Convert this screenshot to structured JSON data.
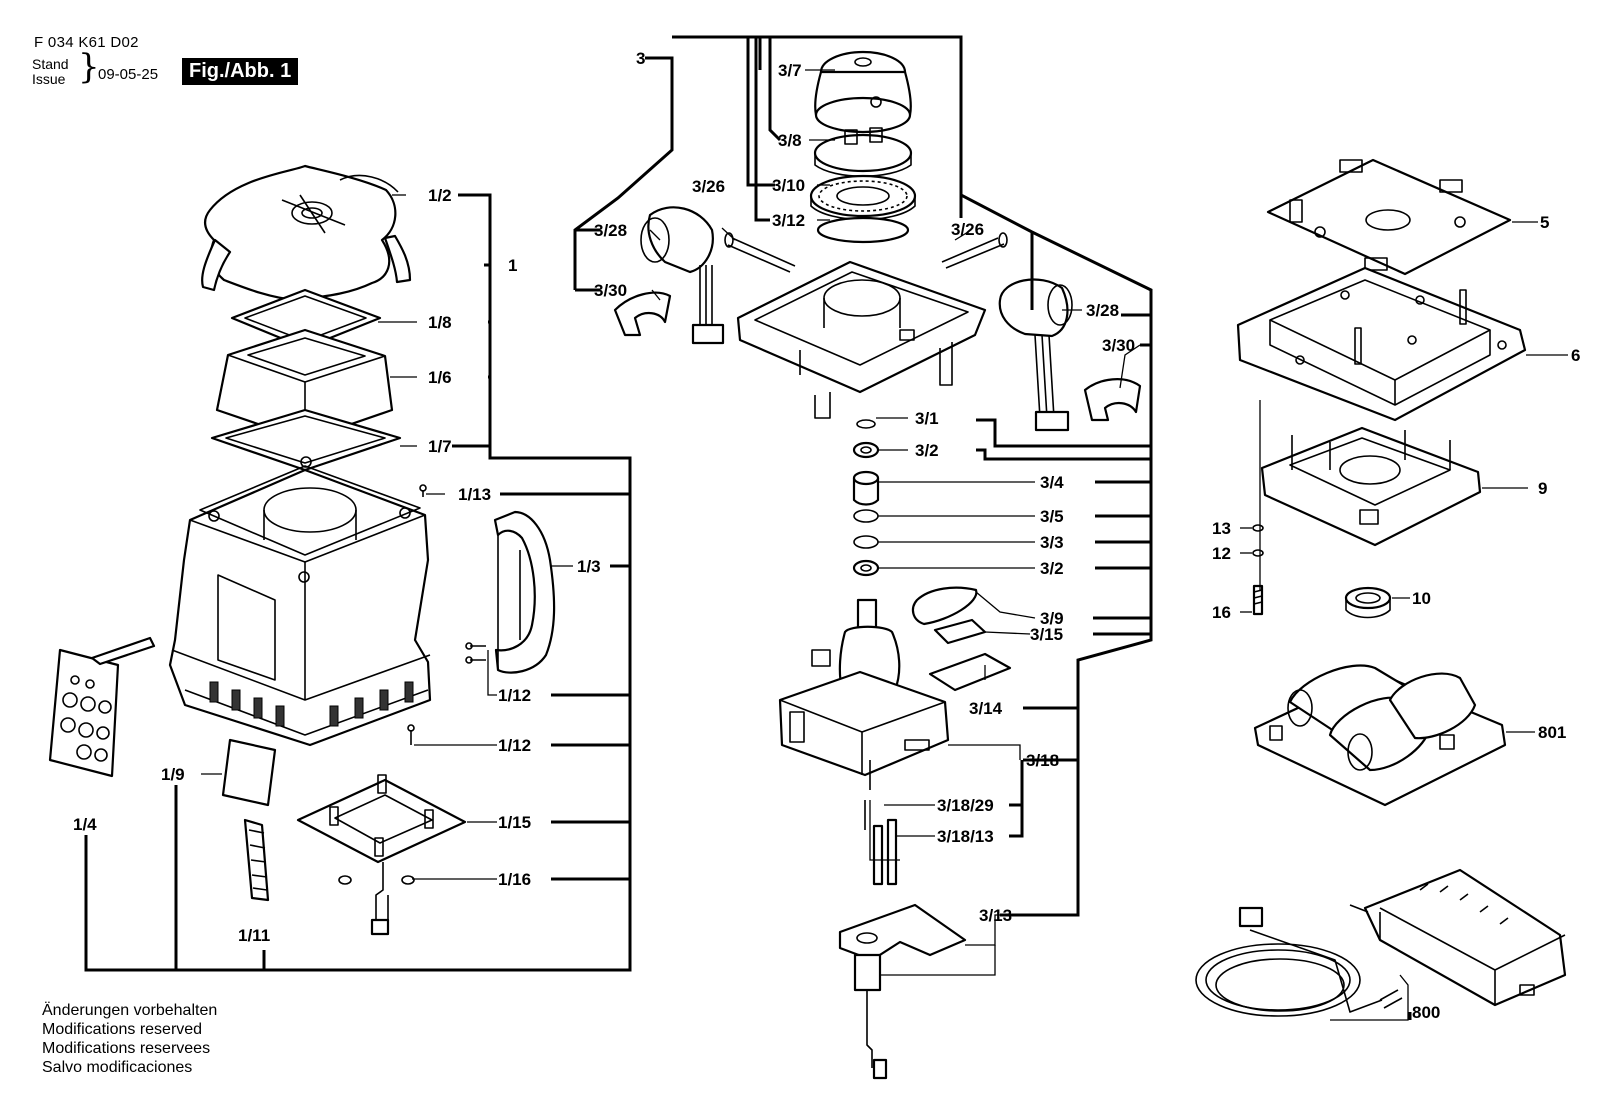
{
  "header": {
    "doc_number": "F 034 K61 D02",
    "stand_label": "Stand",
    "issue_label": "Issue",
    "date": "09-05-25",
    "figure": "Fig./Abb. 1"
  },
  "footer_notes": [
    "Änderungen vorbehalten",
    "Modifications reserved",
    "Modifications reservees",
    "Salvo modificaciones"
  ],
  "parts": [
    {
      "id": "1/2",
      "label": "1/2"
    },
    {
      "id": "1",
      "label": "1"
    },
    {
      "id": "1/8",
      "label": "1/8"
    },
    {
      "id": "1/6",
      "label": "1/6"
    },
    {
      "id": "1/7",
      "label": "1/7"
    },
    {
      "id": "1/13",
      "label": "1/13"
    },
    {
      "id": "1/3",
      "label": "1/3"
    },
    {
      "id": "1/12a",
      "label": "1/12"
    },
    {
      "id": "1/12b",
      "label": "1/12"
    },
    {
      "id": "1/9",
      "label": "1/9"
    },
    {
      "id": "1/4",
      "label": "1/4"
    },
    {
      "id": "1/15",
      "label": "1/15"
    },
    {
      "id": "1/16",
      "label": "1/16"
    },
    {
      "id": "1/11",
      "label": "1/11"
    },
    {
      "id": "3",
      "label": "3"
    },
    {
      "id": "3/7",
      "label": "3/7"
    },
    {
      "id": "3/8",
      "label": "3/8"
    },
    {
      "id": "3/10",
      "label": "3/10"
    },
    {
      "id": "3/12",
      "label": "3/12"
    },
    {
      "id": "3/26a",
      "label": "3/26"
    },
    {
      "id": "3/26b",
      "label": "3/26"
    },
    {
      "id": "3/28a",
      "label": "3/28"
    },
    {
      "id": "3/28b",
      "label": "3/28"
    },
    {
      "id": "3/30a",
      "label": "3/30"
    },
    {
      "id": "3/30b",
      "label": "3/30"
    },
    {
      "id": "3/1",
      "label": "3/1"
    },
    {
      "id": "3/2a",
      "label": "3/2"
    },
    {
      "id": "3/4",
      "label": "3/4"
    },
    {
      "id": "3/5",
      "label": "3/5"
    },
    {
      "id": "3/3",
      "label": "3/3"
    },
    {
      "id": "3/2b",
      "label": "3/2"
    },
    {
      "id": "3/9",
      "label": "3/9"
    },
    {
      "id": "3/15",
      "label": "3/15"
    },
    {
      "id": "3/14",
      "label": "3/14"
    },
    {
      "id": "3/18",
      "label": "3/18"
    },
    {
      "id": "3/18/29",
      "label": "3/18/29"
    },
    {
      "id": "3/18/13",
      "label": "3/18/13"
    },
    {
      "id": "3/13",
      "label": "3/13"
    },
    {
      "id": "5",
      "label": "5"
    },
    {
      "id": "6",
      "label": "6"
    },
    {
      "id": "9",
      "label": "9"
    },
    {
      "id": "13",
      "label": "13"
    },
    {
      "id": "12",
      "label": "12"
    },
    {
      "id": "16",
      "label": "16"
    },
    {
      "id": "10",
      "label": "10"
    },
    {
      "id": "801",
      "label": "801"
    },
    {
      "id": "800",
      "label": "800"
    }
  ]
}
